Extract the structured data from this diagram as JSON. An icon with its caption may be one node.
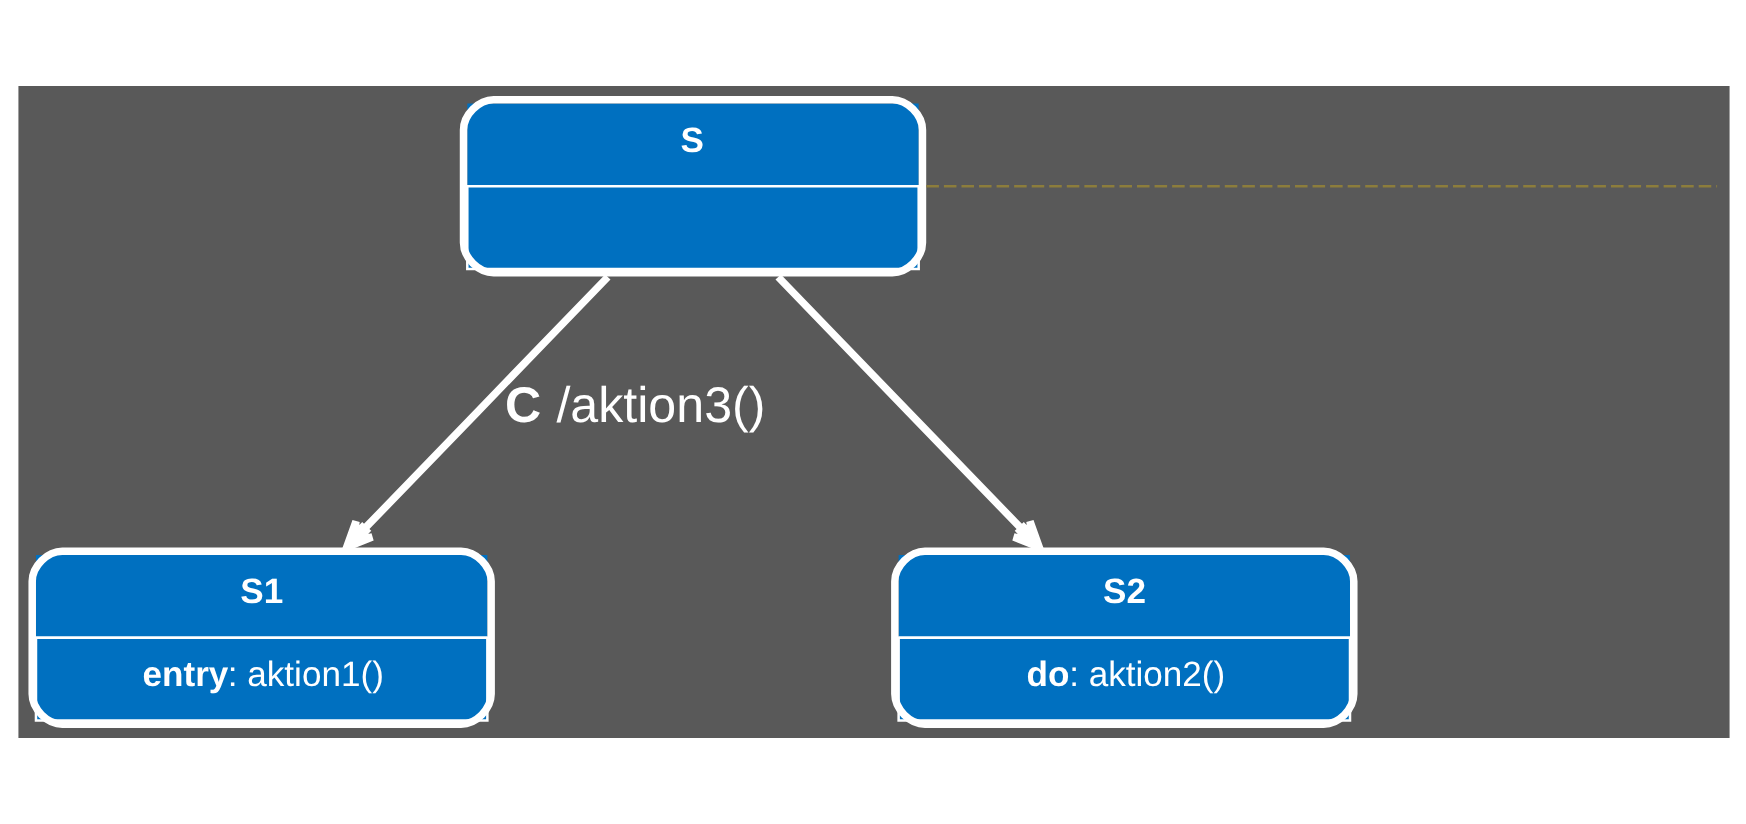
{
  "diagram": {
    "nodes": [
      {
        "text": [
          "S"
        ]
      },
      {
        "text": [
          "S1",
          "**entry**: aktion1()"
        ]
      },
      {
        "text": [
          "S2",
          "**do**: aktion2()"
        ]
      }
    ],
    "edges": [
      {
        "from": 0,
        "to": 1,
        "arrow": "to",
        "label": "**C** /aktion3()"
      },
      {
        "from": 0,
        "to": 2,
        "arrow": "to"
      },
      {
        "from": 0,
        "to": null,
        "arrow": "none",
        "style": "dashed",
        "color": "#8c7d3c"
      }
    ]
  }
}
